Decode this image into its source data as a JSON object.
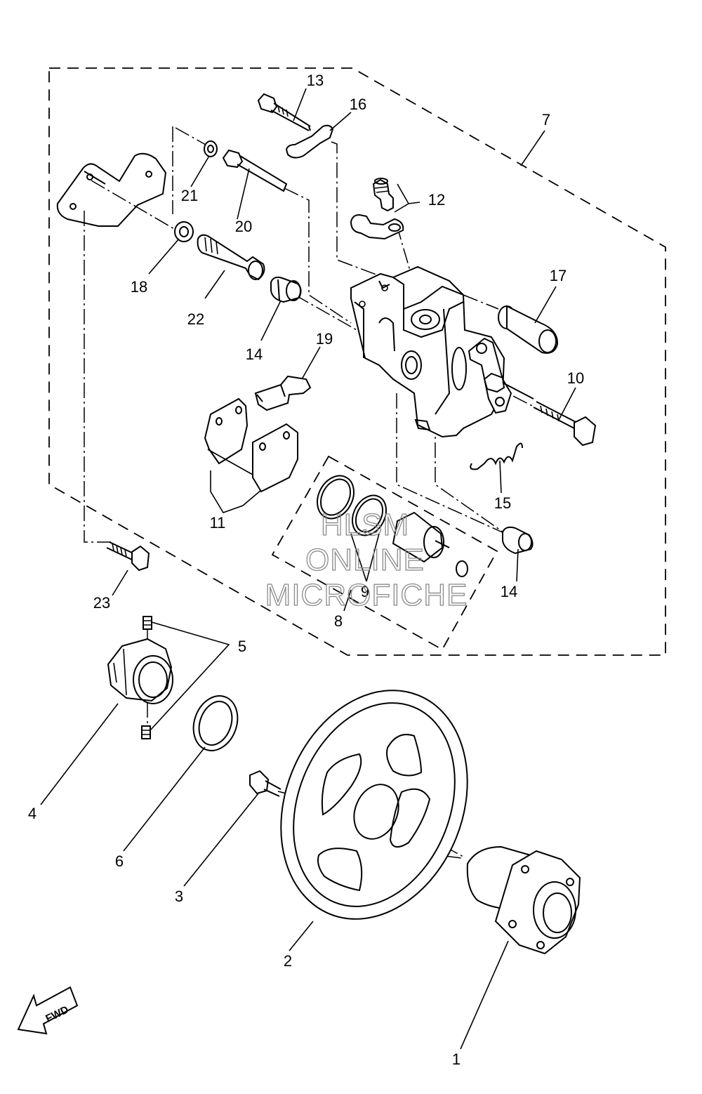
{
  "diagram": {
    "callouts": [
      "1",
      "2",
      "3",
      "4",
      "5",
      "6",
      "7",
      "8",
      "9",
      "10",
      "11",
      "12",
      "13",
      "14",
      "14",
      "15",
      "16",
      "17",
      "18",
      "19",
      "20",
      "21",
      "22",
      "23"
    ],
    "watermark": [
      "HLSM",
      "ONLINE",
      "MICROFICHE"
    ],
    "direction_label": "FWD"
  }
}
